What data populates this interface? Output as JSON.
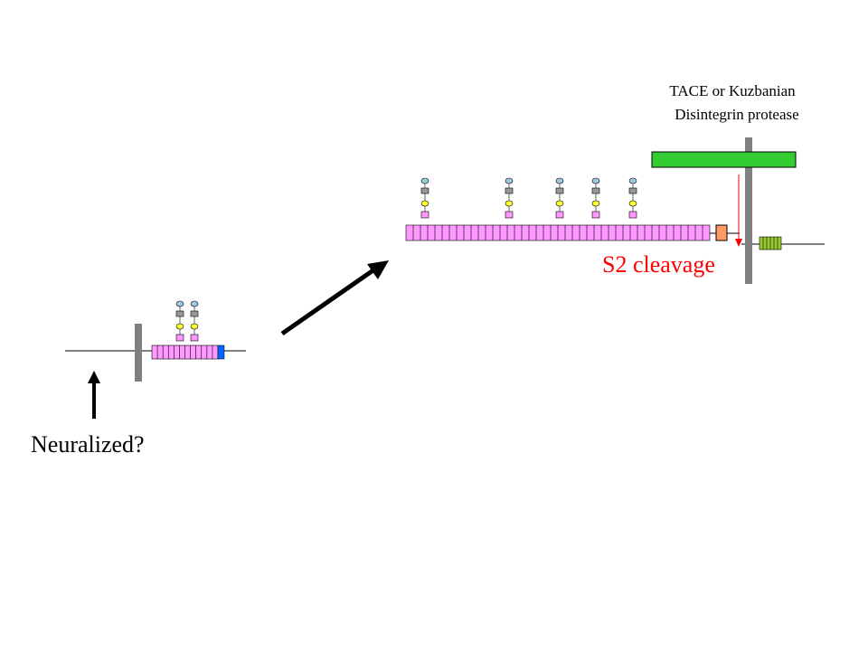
{
  "labels": {
    "protease_line1": "TACE or Kuzbanian",
    "protease_line2": "Disintegrin protease",
    "cleavage": "S2 cleavage",
    "neuralized": "Neuralized?"
  },
  "colors": {
    "membrane": "#808080",
    "egf_repeat": "#ff99ff",
    "cap": "#0066ff",
    "protease": "#33cc33",
    "lnr": "#ff9966",
    "tm_box": "#99cc33",
    "cleavage_arrow": "#ff0000",
    "sugar_top": "#99ccdd",
    "sugar_mid": "#999999",
    "sugar_low": "#ffff33",
    "sugar_base": "#ff99ff"
  },
  "icons": {
    "cleavage_arrow": "red-down-arrow-icon",
    "transition_arrow": "diagonal-arrow-icon",
    "neuralized_arrow": "up-arrow-icon"
  }
}
